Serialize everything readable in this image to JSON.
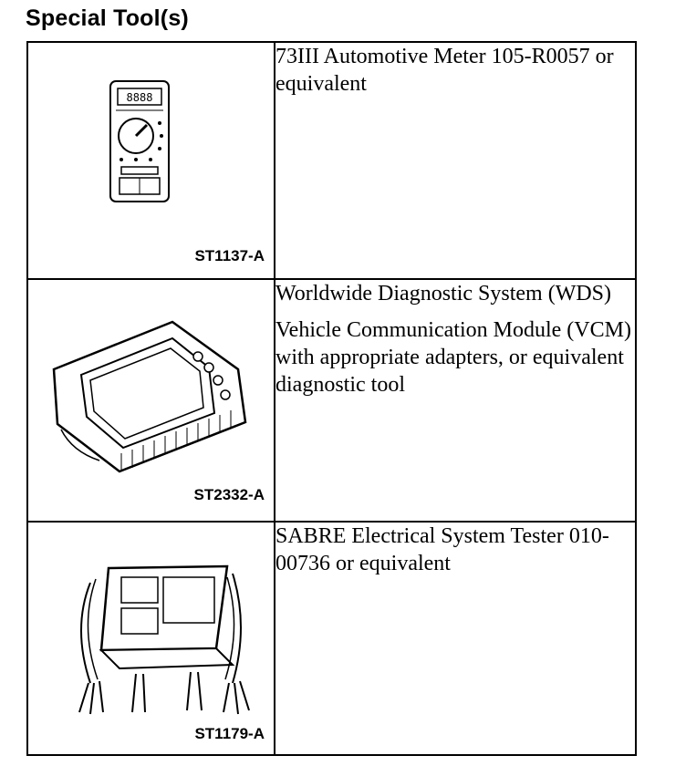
{
  "page": {
    "heading": "Special Tool(s)"
  },
  "tools": [
    {
      "figure_code": "ST1137-A",
      "description": [
        "73III Automotive Meter 105-R0057 or equivalent"
      ],
      "icon": "multimeter-icon"
    },
    {
      "figure_code": "ST2332-A",
      "description": [
        "Worldwide Diagnostic System (WDS)",
        "Vehicle Communication Module (VCM) with appropriate adapters, or equivalent diagnostic tool"
      ],
      "icon": "diagnostic-tablet-icon"
    },
    {
      "figure_code": "ST1179-A",
      "description": [
        "SABRE Electrical System Tester 010-00736 or equivalent"
      ],
      "icon": "battery-tester-icon"
    }
  ]
}
